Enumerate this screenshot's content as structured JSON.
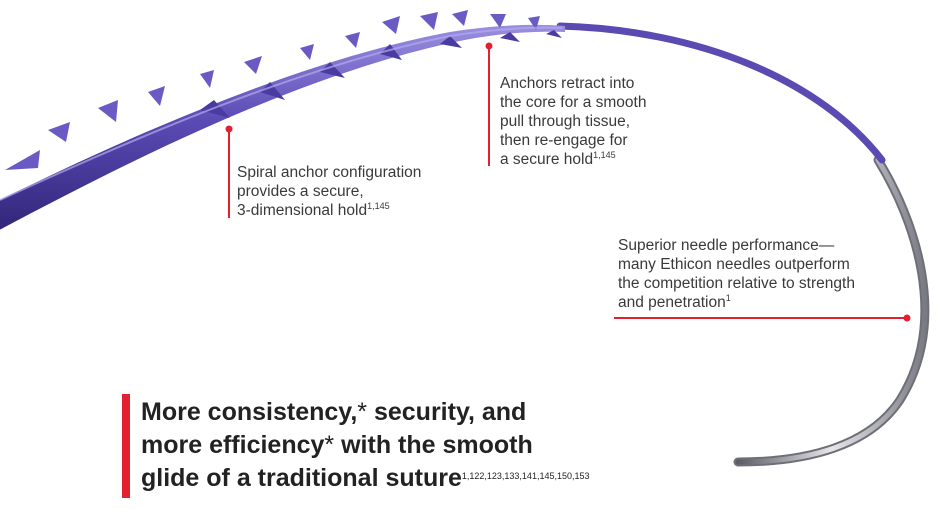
{
  "callouts": {
    "spiral": {
      "lines": [
        "Spiral anchor configuration",
        "provides a secure,",
        "3-dimensional hold"
      ],
      "ref": "1,145"
    },
    "anchors": {
      "lines": [
        "Anchors retract into",
        "the core for a smooth",
        "pull through tissue,",
        "then re-engage for",
        "a secure hold"
      ],
      "ref": "1,145"
    },
    "needle": {
      "lines": [
        "Superior needle performance—",
        "many Ethicon needles outperform",
        "the competition relative to strength",
        "and penetration"
      ],
      "ref": "1"
    }
  },
  "headline": {
    "line1_a": "More consistency,",
    "line1_star": "*",
    "line1_b": " security, and",
    "line2_a": "more efficiency",
    "line2_star": "*",
    "line2_b": " with the smooth",
    "line3": "glide of a traditional suture",
    "refs": "1,122,123,133,141,145,150,153"
  },
  "colors": {
    "accent_red": "#e3202f",
    "suture_purple": "#5a4ab2",
    "suture_highlight": "#8f82d8",
    "suture_dark": "#3b2f86",
    "needle_silver": "#9a9aa2",
    "text": "#3a3a3a"
  }
}
